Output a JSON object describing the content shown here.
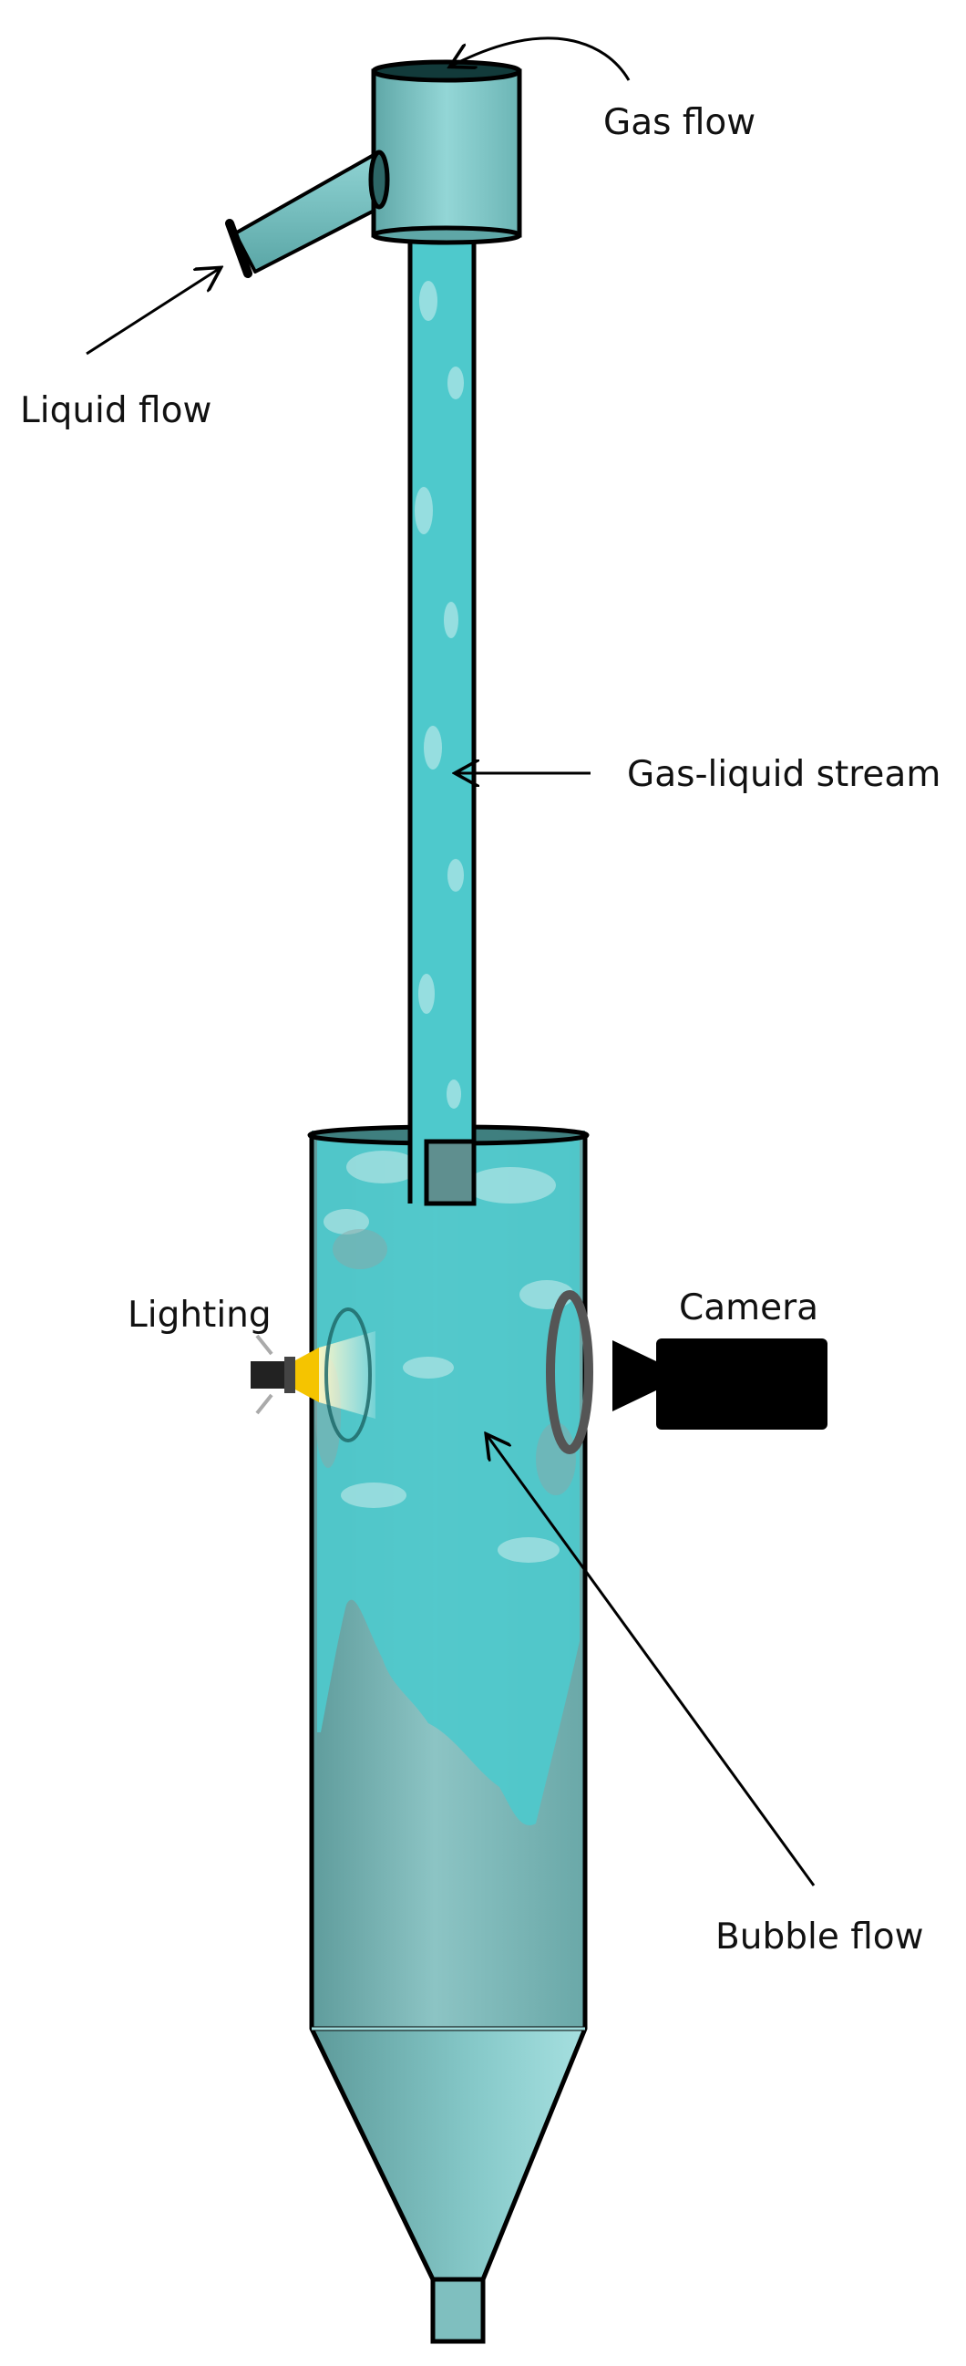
{
  "labels": {
    "gas_flow": "Gas flow",
    "liquid_flow": "Liquid flow",
    "gas_liquid_stream": "Gas-liquid stream",
    "lighting": "Lighting",
    "camera": "Camera",
    "bubble_flow": "Bubble flow"
  },
  "colors": {
    "liquid": "#4ec9cc",
    "body": "#7fb3b3",
    "outline": "#000000",
    "camera": "#000000",
    "light": "#f5c400"
  },
  "icons": [
    "camera-icon",
    "lamp-icon"
  ]
}
